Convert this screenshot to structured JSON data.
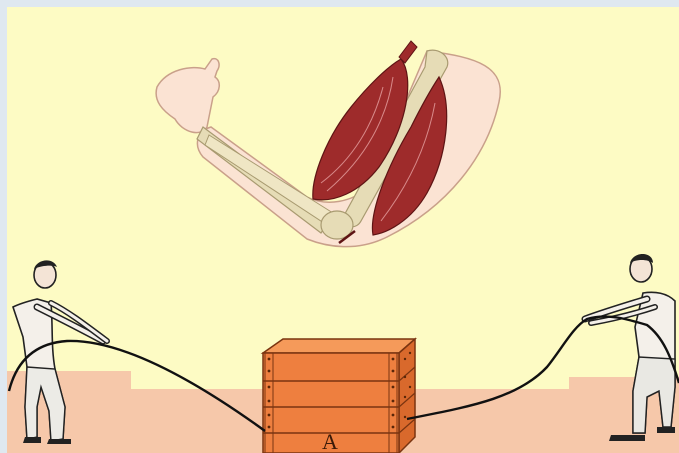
{
  "crate": {
    "label": "A"
  },
  "colors": {
    "background": "#fdfbc4",
    "ground": "#f6c8aa",
    "crate": "#ee7f3f",
    "crate_outline": "#7a3410",
    "muscle": "#9e2b2b",
    "bone": "#e6dcb6",
    "rope": "#111111"
  },
  "icons": [
    "arm-muscle-illustration",
    "man-pulling-rope-left",
    "man-pulling-rope-right",
    "wooden-crate"
  ]
}
